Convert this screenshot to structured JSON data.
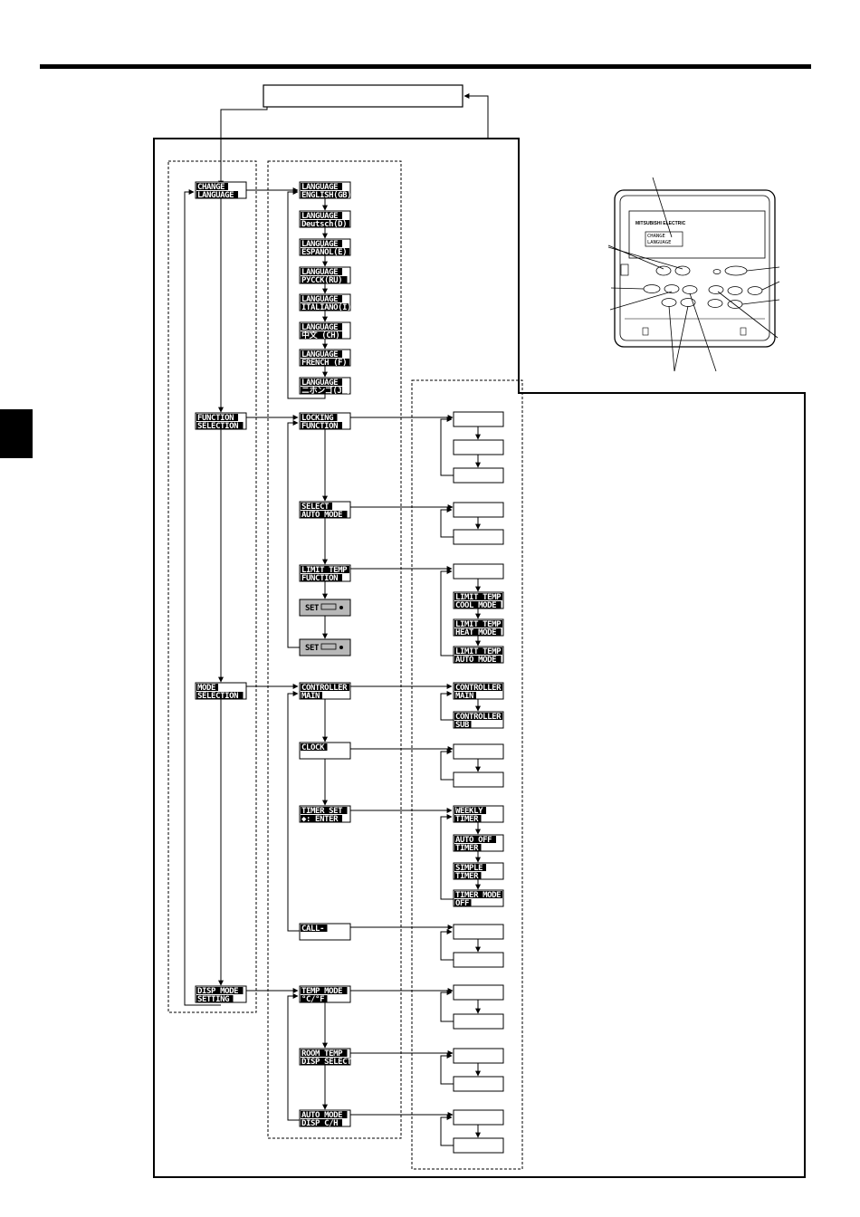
{
  "sidebar_tab": {
    "color": "#000000"
  },
  "main_menu": [
    {
      "id": "change-language",
      "lines": [
        "CHANGE",
        "LANGUAGE"
      ]
    },
    {
      "id": "function-selection",
      "lines": [
        "FUNCTION",
        "SELECTION"
      ]
    },
    {
      "id": "mode-selection",
      "lines": [
        "MODE",
        "SELECTION"
      ]
    },
    {
      "id": "disp-mode-setting",
      "lines": [
        "DISP MODE",
        "SETTING"
      ]
    }
  ],
  "languages": [
    {
      "lines": [
        "LANGUAGE",
        "ENGLISH(GB)"
      ]
    },
    {
      "lines": [
        "LANGUAGE",
        "Deutsch(D)"
      ]
    },
    {
      "lines": [
        "LANGUAGE",
        "ESPAÑOL(E)"
      ]
    },
    {
      "lines": [
        "LANGUAGE",
        "РУССК(RU)"
      ]
    },
    {
      "lines": [
        "LANGUAGE",
        "ITALIANO(I)"
      ]
    },
    {
      "lines": [
        "LANGUAGE",
        "中文  (CH)"
      ]
    },
    {
      "lines": [
        "LANGUAGE",
        "FRENCH (F)"
      ]
    },
    {
      "lines": [
        "LANGUAGE",
        "ニホンゴ(JP)"
      ]
    }
  ],
  "function_items": [
    {
      "lines": [
        "LOCKING",
        "FUNCTION"
      ]
    },
    {
      "lines": [
        "SELECT",
        "AUTO MODE"
      ]
    },
    {
      "lines": [
        "LIMIT TEMP",
        "FUNCTION"
      ]
    }
  ],
  "set_items": [
    {
      "label": "SET"
    },
    {
      "label": "SET"
    }
  ],
  "mode_items": [
    {
      "lines": [
        "CONTROLLER",
        "MAIN"
      ]
    },
    {
      "lines": [
        "CLOCK"
      ]
    },
    {
      "lines": [
        "TIMER SET",
        "◆: ENTER"
      ]
    },
    {
      "lines": [
        "CALL-"
      ]
    }
  ],
  "disp_items": [
    {
      "lines": [
        "TEMP MODE",
        "°C/°F"
      ]
    },
    {
      "lines": [
        "ROOM TEMP",
        "DISP SELECT"
      ]
    },
    {
      "lines": [
        "AUTO MODE",
        "DISP C/H"
      ]
    }
  ],
  "sub_limit": [
    {
      "lines": [
        "LIMIT TEMP",
        "COOL MODE"
      ]
    },
    {
      "lines": [
        "LIMIT TEMP",
        "HEAT MODE"
      ]
    },
    {
      "lines": [
        "LIMIT TEMP",
        "AUTO MODE"
      ]
    }
  ],
  "sub_controller": [
    {
      "lines": [
        "CONTROLLER",
        "MAIN"
      ]
    },
    {
      "lines": [
        "CONTROLLER",
        "SUB"
      ]
    }
  ],
  "sub_timer": [
    {
      "lines": [
        "WEEKLY",
        "TIMER"
      ]
    },
    {
      "lines": [
        "AUTO OFF",
        "TIMER"
      ]
    },
    {
      "lines": [
        "SIMPLE",
        "TIMER"
      ]
    },
    {
      "lines": [
        "TIMER MODE",
        "OFF"
      ]
    }
  ],
  "remote": {
    "brand": "MITSUBISHI ELECTRIC",
    "screen_lines": [
      "CHANGE",
      "LANGUAGE"
    ]
  }
}
